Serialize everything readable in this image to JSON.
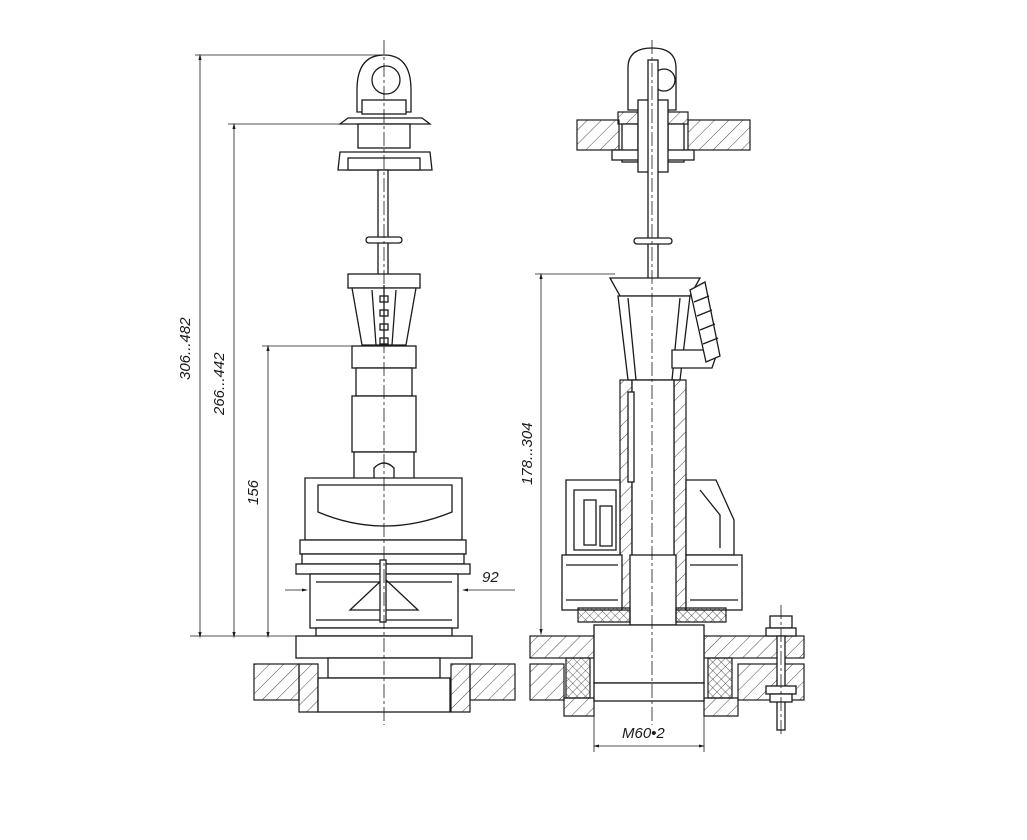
{
  "drawing": {
    "left_view": {
      "dim_total_height": "306...482",
      "dim_flange_height": "266...442",
      "dim_body_height": "156",
      "dim_width": "92"
    },
    "right_view": {
      "dim_overflow_height": "178...304",
      "dim_thread": "M60•2"
    }
  }
}
